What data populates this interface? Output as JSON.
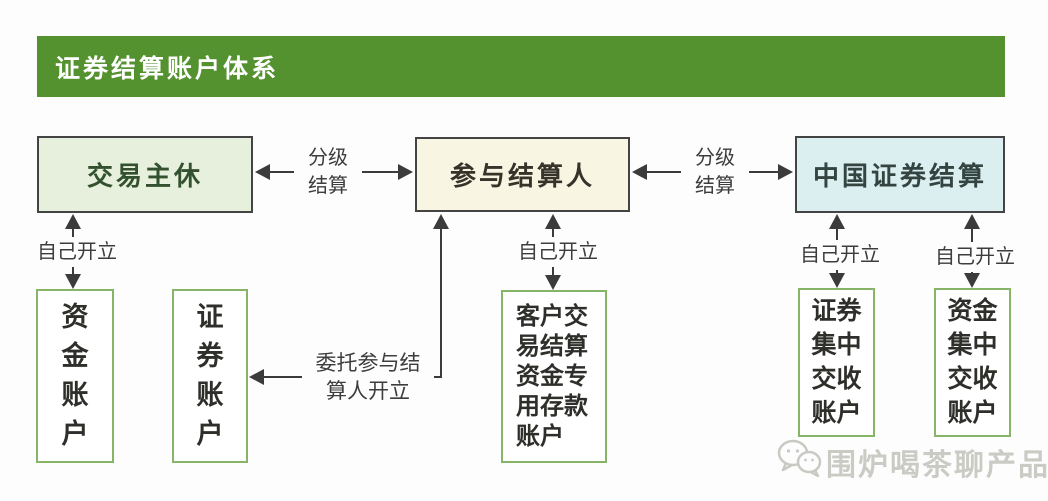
{
  "header": {
    "title": "证券结算账户体系"
  },
  "top_boxes": [
    {
      "id": "trading-entity",
      "label": "交易主休",
      "bg": "#e6f0dc"
    },
    {
      "id": "settlement-participant",
      "label": "参与结算人",
      "bg": "#f9f5e3"
    },
    {
      "id": "china-securities-clearing",
      "label": "中国证券结算",
      "bg": "#dbeef0"
    }
  ],
  "bottom_boxes": [
    {
      "id": "fund-account",
      "label": "资金账户"
    },
    {
      "id": "securities-account",
      "label": "证券账户"
    },
    {
      "id": "client-trade-settlement-deposit-account",
      "label": "客户交易结算资金专用存款账户"
    },
    {
      "id": "securities-central-delivery-account",
      "label": "证券集中交收账户"
    },
    {
      "id": "fund-central-delivery-account",
      "label": "资金集中交收账户"
    }
  ],
  "labels": {
    "tiered_settlement": [
      "分级",
      "结算"
    ],
    "self_open": "自己开立",
    "delegate_open": [
      "委托参与结",
      "算人开立"
    ]
  },
  "watermark": {
    "text": "围炉喝茶聊产品",
    "icon": "wechat-chat-bubbles-icon"
  },
  "colors": {
    "header_bg": "#54922f",
    "header_text": "#ffffff",
    "trading_entity_bg": "#e6f0dc",
    "participant_bg": "#f9f5e3",
    "clearing_bg": "#dbeef0",
    "account_border": "#86b568",
    "arrow": "#3b3b3b",
    "watermark": "#cbcbc5"
  }
}
